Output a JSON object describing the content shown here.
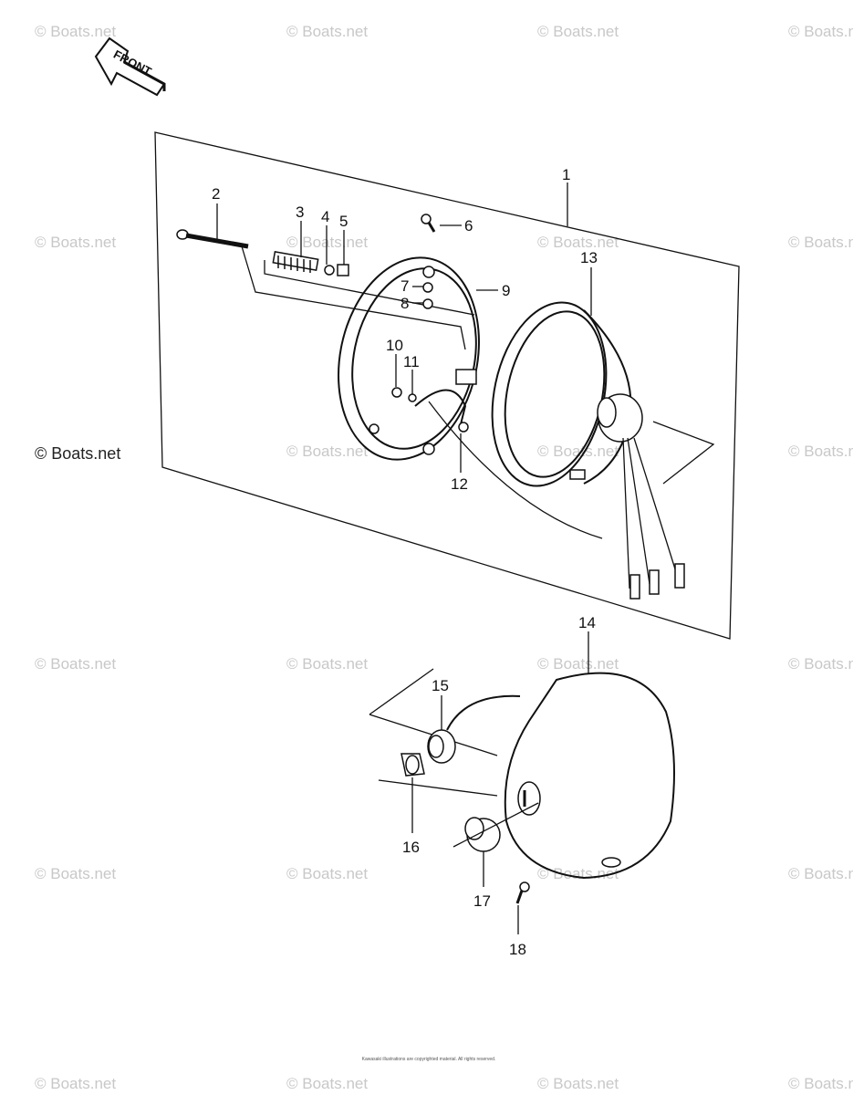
{
  "front_label": "FRONT",
  "callouts": {
    "c1": "1",
    "c2": "2",
    "c3": "3",
    "c4": "4",
    "c5": "5",
    "c6": "6",
    "c7": "7",
    "c8": "8",
    "c9": "9",
    "c10": "10",
    "c11": "11",
    "c12": "12",
    "c13": "13",
    "c14": "14",
    "c15": "15",
    "c16": "16",
    "c17": "17",
    "c18": "18"
  },
  "watermark_faint": "© Boats.net",
  "watermark_dark": "© Boats.net",
  "footer_text": "Kawasaki illustrations are copyrighted material. All rights reserved."
}
